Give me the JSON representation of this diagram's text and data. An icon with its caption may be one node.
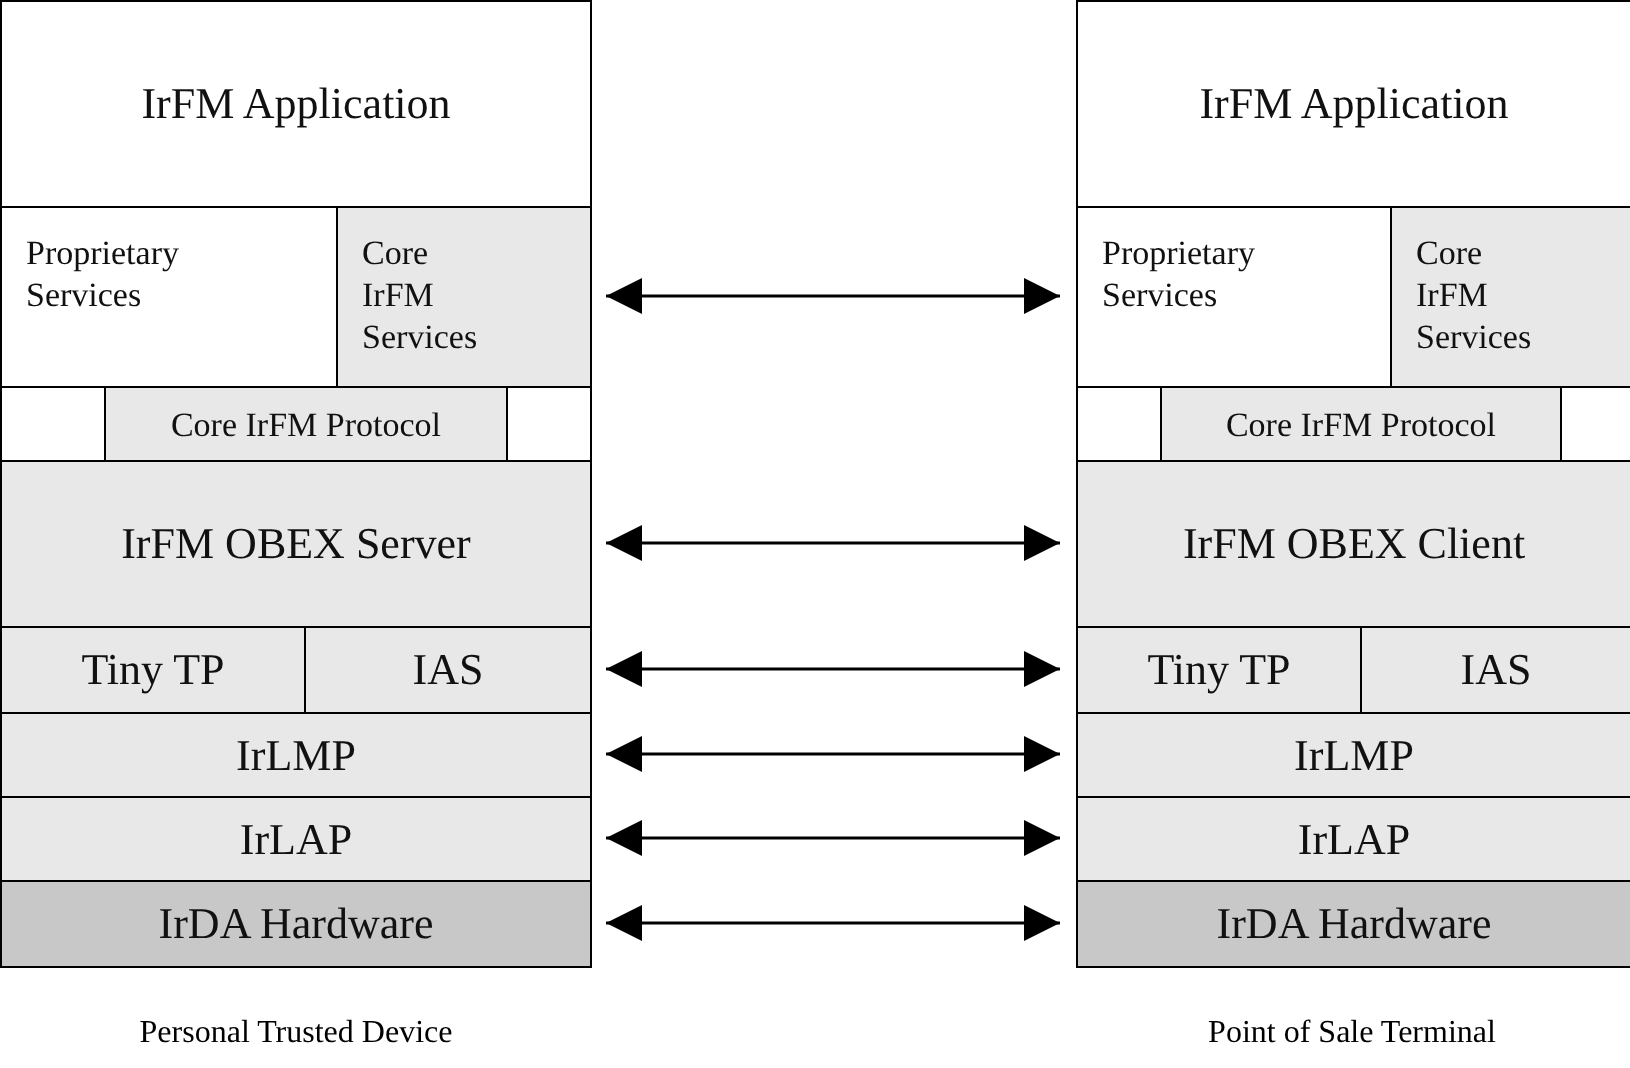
{
  "diagram": {
    "nodes": [
      {
        "text": [
          "IrFM Application"
        ]
      },
      {
        "text": [
          "Proprietary Services"
        ]
      },
      {
        "text": [
          "Core IrFM Services"
        ]
      },
      {
        "text": [
          "Core IrFM Protocol"
        ]
      },
      {
        "text": [
          "IrFM OBEX Server"
        ]
      },
      {
        "text": [
          "Tiny TP"
        ]
      },
      {
        "text": [
          "IAS"
        ]
      },
      {
        "text": [
          "IrLMP"
        ]
      },
      {
        "text": [
          "IrLAP"
        ]
      },
      {
        "text": [
          "IrDA Hardware"
        ]
      },
      {
        "text": [
          "IrFM Application"
        ]
      },
      {
        "text": [
          "Proprietary Services"
        ]
      },
      {
        "text": [
          "Core IrFM Services"
        ]
      },
      {
        "text": [
          "Core IrFM Protocol"
        ]
      },
      {
        "text": [
          "IrFM OBEX Client"
        ]
      },
      {
        "text": [
          "Tiny TP"
        ]
      },
      {
        "text": [
          "IAS"
        ]
      },
      {
        "text": [
          "IrLMP"
        ]
      },
      {
        "text": [
          "IrLAP"
        ]
      },
      {
        "text": [
          "IrDA Hardware"
        ]
      }
    ],
    "edges": [
      {
        "from": 2,
        "to": 11,
        "arrow": "both"
      },
      {
        "from": 4,
        "to": 14,
        "arrow": "both"
      },
      {
        "from": 6,
        "to": 15,
        "arrow": "both"
      },
      {
        "from": 7,
        "to": 17,
        "arrow": "both"
      },
      {
        "from": 8,
        "to": 18,
        "arrow": "both"
      },
      {
        "from": 9,
        "to": 19,
        "arrow": "both"
      }
    ],
    "labels": [
      "Personal Trusted Device",
      "Point of Sale Terminal"
    ]
  }
}
